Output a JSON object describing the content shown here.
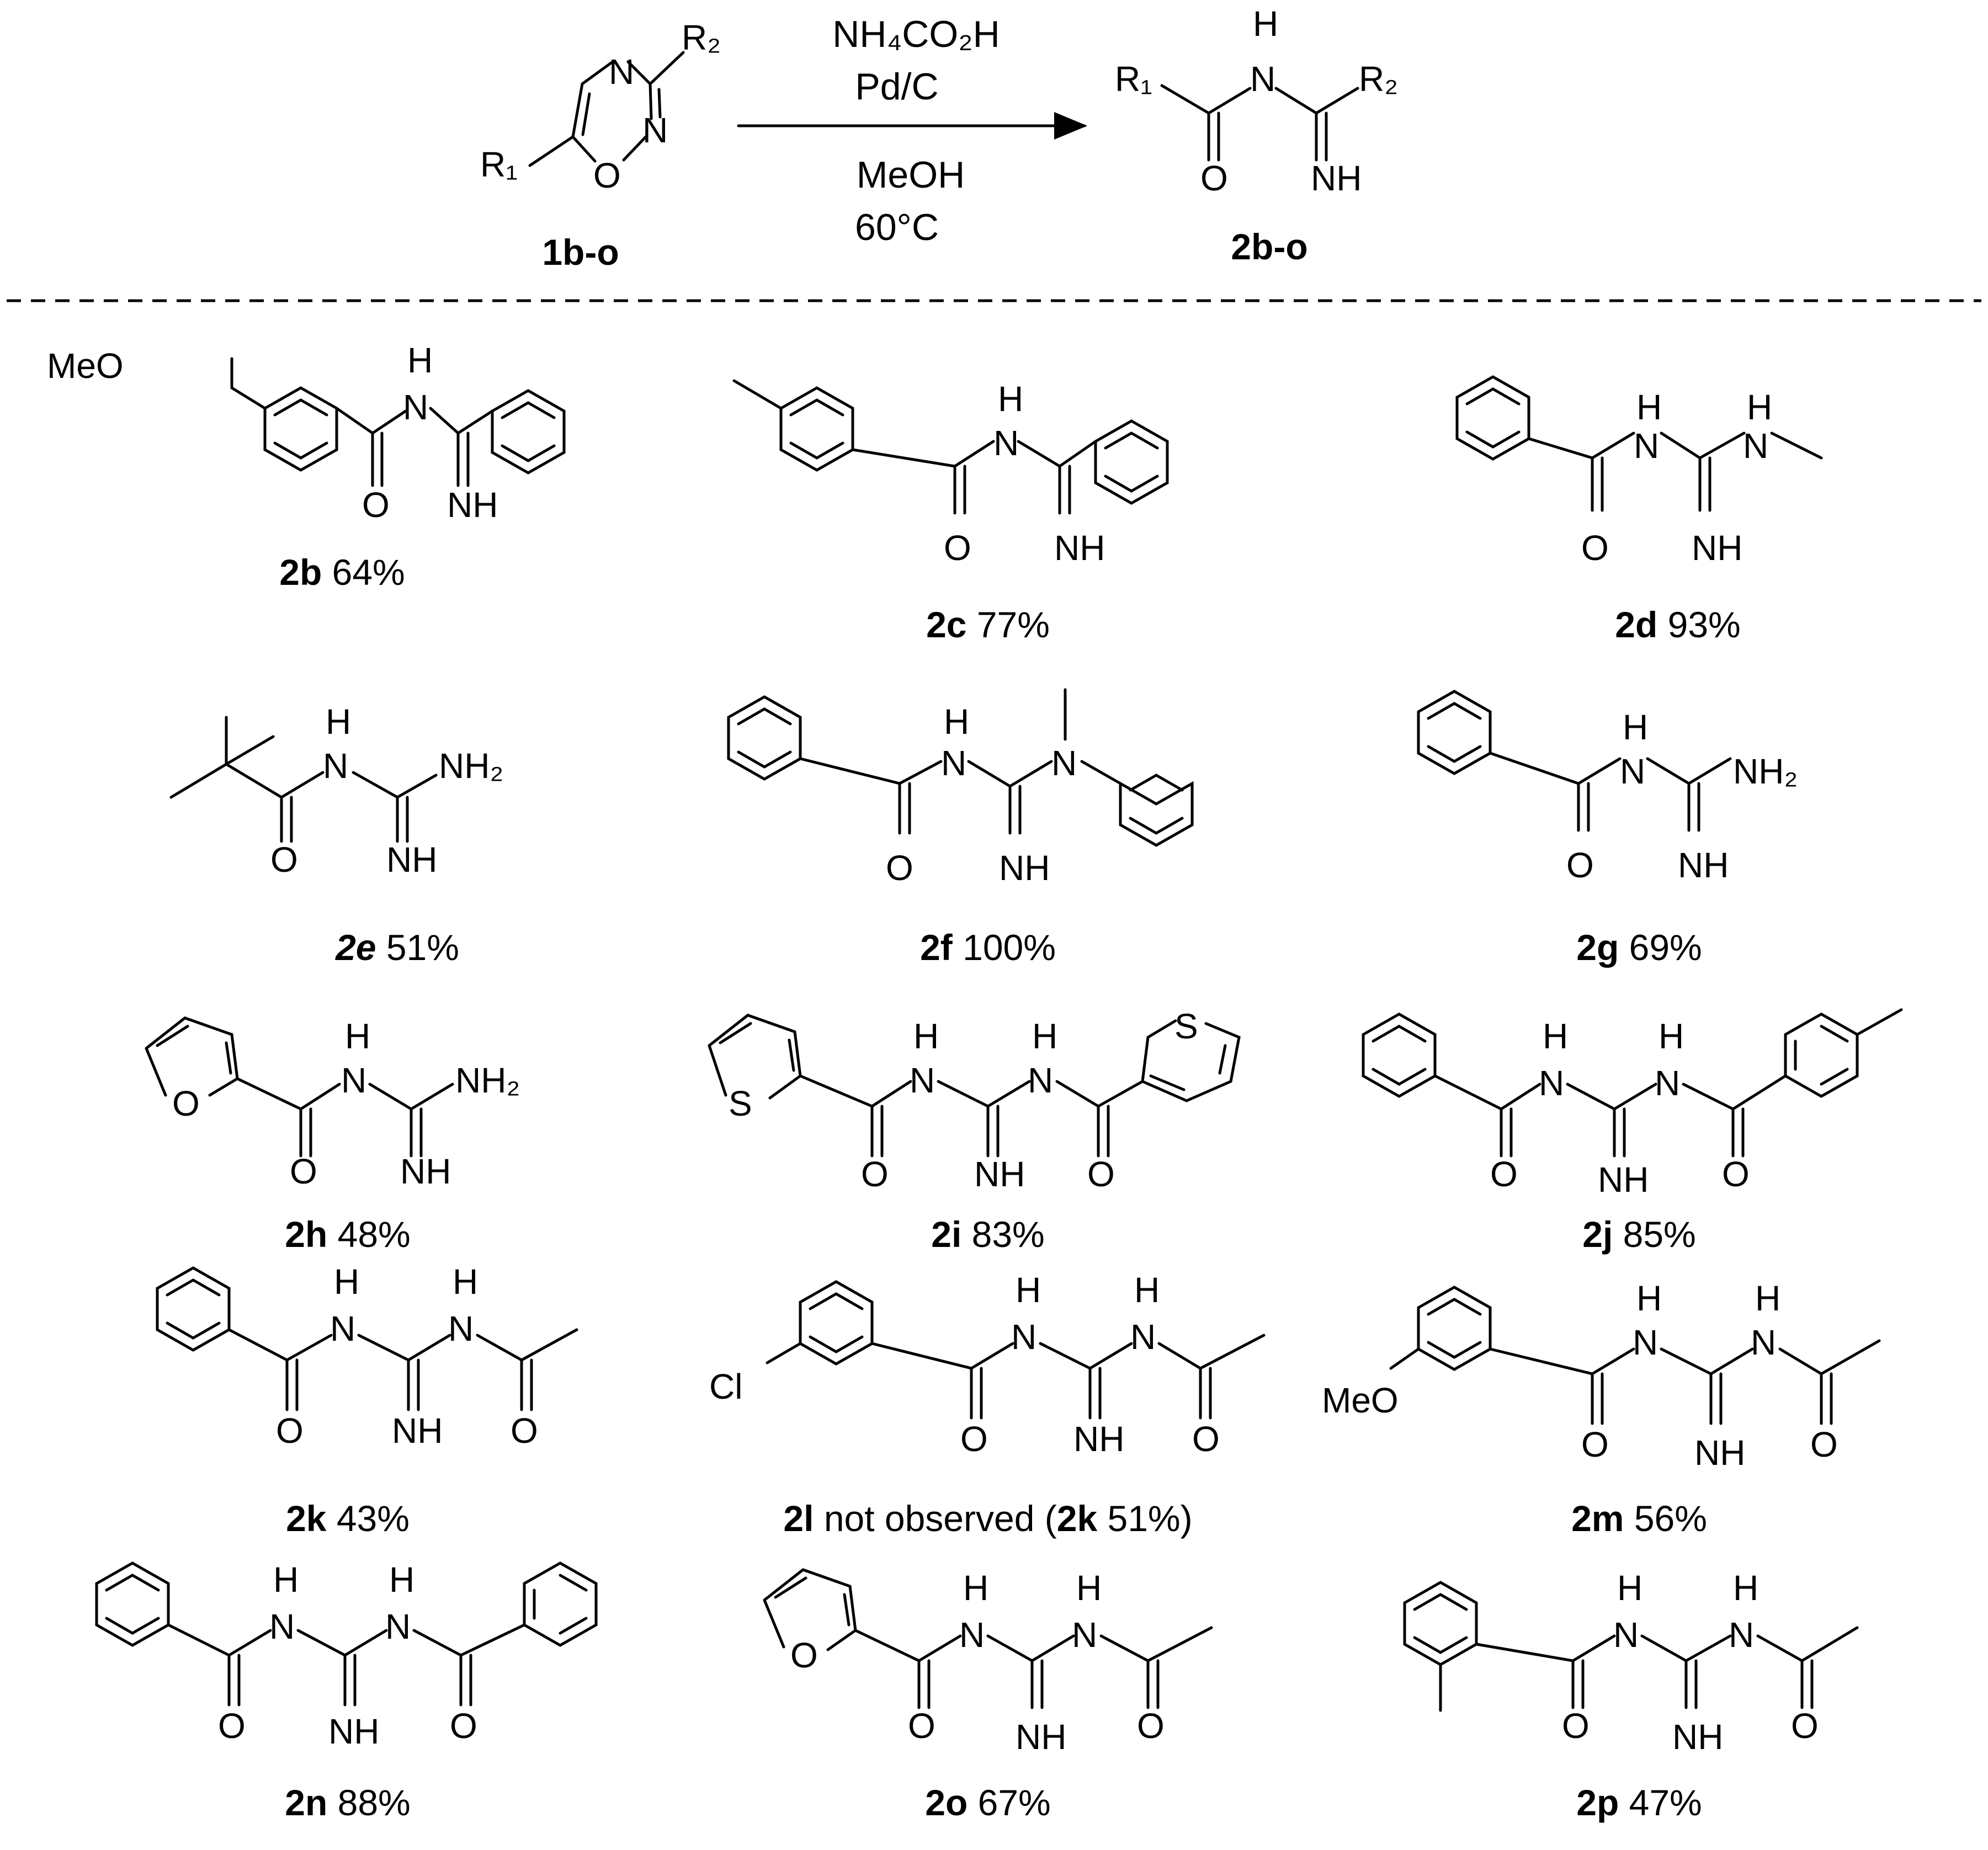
{
  "reaction": {
    "reagents": [
      "NH₄CO₂H",
      "Pd/C"
    ],
    "conditions": [
      "MeOH",
      "60°C"
    ],
    "reactant_label": "1b-o",
    "product_label": "2b-o",
    "reactant_groups": [
      "R₁",
      "R₂"
    ],
    "reactant_atoms": [
      "N",
      "N",
      "O"
    ],
    "product_atoms": [
      "H",
      "N",
      "O",
      "NH"
    ]
  },
  "atoms": {
    "H": "H",
    "N": "N",
    "O": "O",
    "NH": "NH",
    "NH2": "NH₂",
    "S": "S",
    "MeO": "MeO",
    "Cl": "Cl"
  },
  "compounds": [
    {
      "id": "2b",
      "yield": "64%"
    },
    {
      "id": "2c",
      "yield": "77%"
    },
    {
      "id": "2d",
      "yield": "93%"
    },
    {
      "id": "2e",
      "yield": "51%"
    },
    {
      "id": "2f",
      "yield": "100%"
    },
    {
      "id": "2g",
      "yield": "69%"
    },
    {
      "id": "2h",
      "yield": "48%"
    },
    {
      "id": "2i",
      "yield": "83%"
    },
    {
      "id": "2j",
      "yield": "85%"
    },
    {
      "id": "2k",
      "yield": "43%"
    },
    {
      "id": "2l",
      "note": "not observed (",
      "alt_id": "2k",
      "alt_yield": "51%)"
    },
    {
      "id": "2m",
      "yield": "56%"
    },
    {
      "id": "2n",
      "yield": "88%"
    },
    {
      "id": "2o",
      "yield": "67%"
    },
    {
      "id": "2p",
      "yield": "47%"
    }
  ]
}
